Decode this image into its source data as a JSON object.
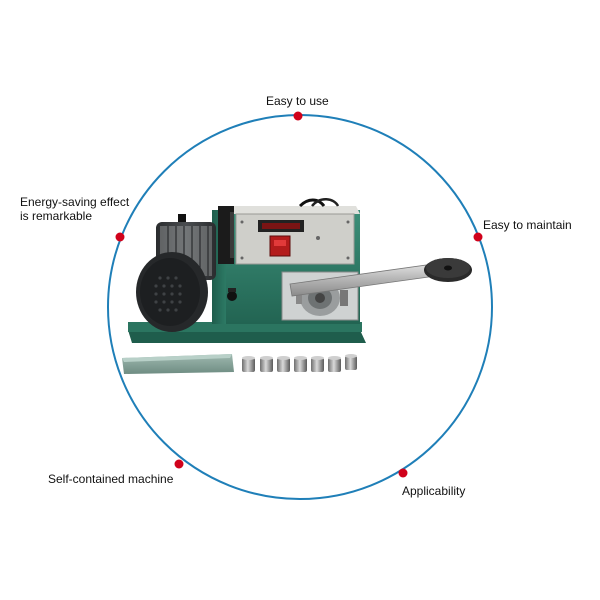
{
  "features": {
    "easy_to_use": "Easy to use",
    "energy_saving_line1": "Energy-saving effect",
    "energy_saving_line2": "is remarkable",
    "easy_to_maintain": "Easy to maintain",
    "self_contained": "Self-contained machine",
    "applicability": "Applicability"
  },
  "colors": {
    "ring": "#1f7fb8",
    "marker": "#d0021b",
    "machine_body": "#2f7f6a",
    "motor": "#3a3d40"
  },
  "icons": {
    "product": "grinding-machine-photo"
  }
}
